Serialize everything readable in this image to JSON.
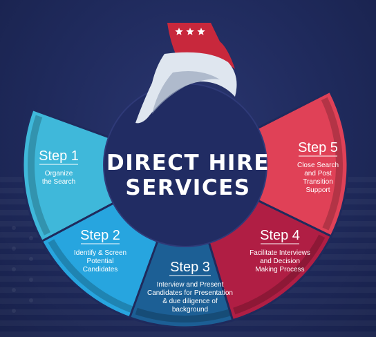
{
  "center": {
    "line1": "DIRECT HIRE",
    "line2": "SERVICES"
  },
  "steps": [
    {
      "title": "Step 1",
      "desc": [
        "Organize",
        "the Search"
      ],
      "color": "#3fb8da"
    },
    {
      "title": "Step 2",
      "desc": [
        "Identify & Screen",
        "Potential",
        "Candidates"
      ],
      "color": "#27a5df"
    },
    {
      "title": "Step 3",
      "desc": [
        "Interview and Present",
        "Candidates for Presentation",
        "& due diligence of",
        "background"
      ],
      "color": "#1c5f95"
    },
    {
      "title": "Step 4",
      "desc": [
        "Facilitate Interviews",
        "and Decision",
        "Making Process"
      ],
      "color": "#b01e44"
    },
    {
      "title": "Step 5",
      "desc": [
        "Close Search",
        "and Post",
        "Transition",
        "Support"
      ],
      "color": "#e04157"
    }
  ],
  "logo": {
    "stars": 3,
    "star_color": "#ffffff",
    "hat_color": "#c8283c",
    "eagle_color": "#dfe6ef"
  }
}
